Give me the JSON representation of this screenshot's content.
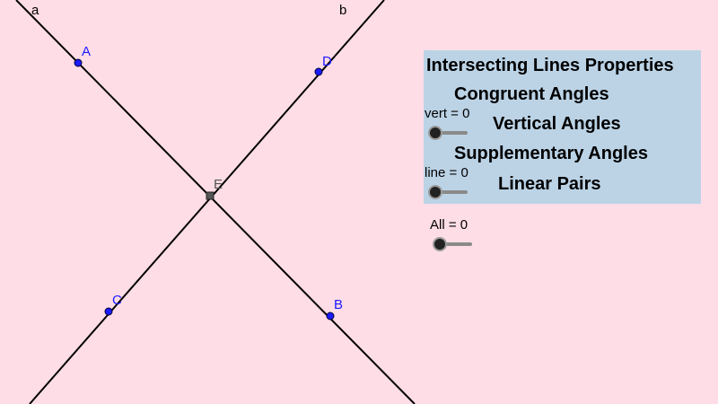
{
  "diagram": {
    "lines": [
      {
        "name": "a",
        "from": "top-left",
        "to": "bottom-right"
      },
      {
        "name": "b",
        "from": "top-right",
        "to": "bottom-left"
      }
    ],
    "points": {
      "A": "A",
      "B": "B",
      "C": "C",
      "D": "D",
      "E": "E"
    },
    "line_labels": {
      "a": "a",
      "b": "b"
    },
    "colors": {
      "background": "#ffdde6",
      "line": "#000000",
      "point": "#1a1aff",
      "intersection_point": "#555555",
      "panel": "#bcd3e6"
    }
  },
  "panel": {
    "title": "Intersecting Lines Properties",
    "congruent": "Congruent Angles",
    "vertical": "Vertical Angles",
    "supplementary": "Supplementary Angles",
    "linear": "Linear Pairs"
  },
  "sliders": {
    "vert": {
      "caption": "vert = 0",
      "value": 0
    },
    "line": {
      "caption": "line = 0",
      "value": 0
    },
    "all": {
      "caption": "All = 0",
      "value": 0
    }
  }
}
